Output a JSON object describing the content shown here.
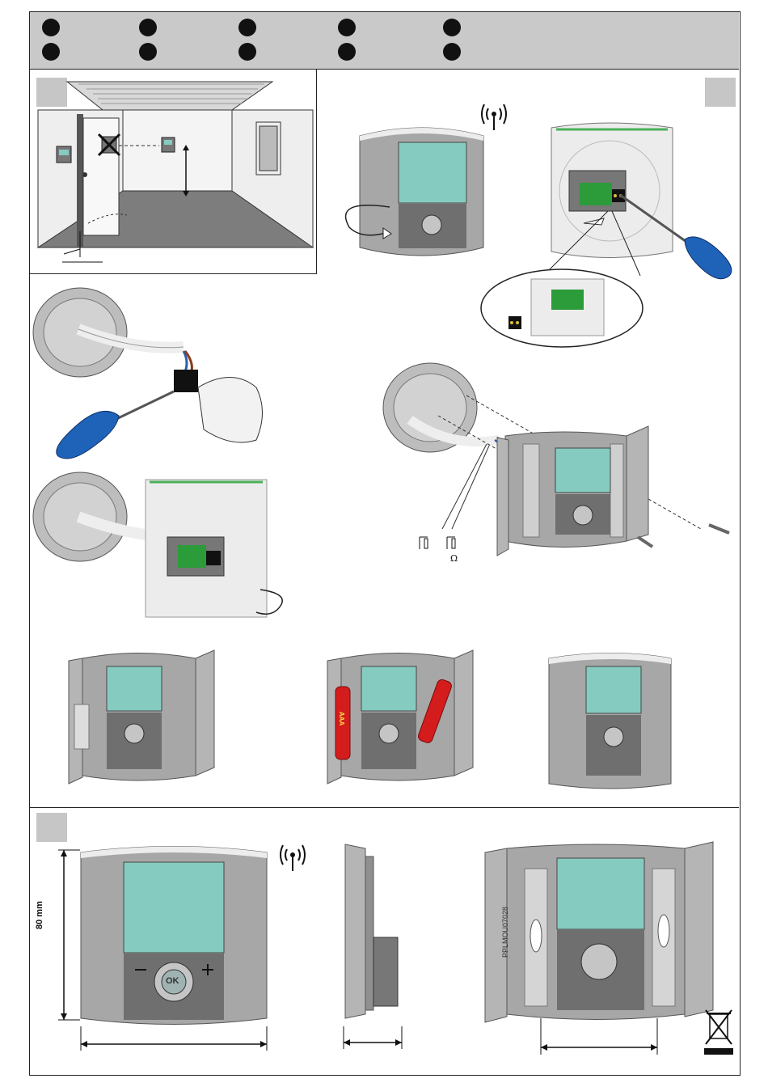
{
  "header": {
    "step_markers": [
      "step-1",
      "step-2",
      "step-3",
      "step-4",
      "step-5",
      "step-6",
      "step-7",
      "step-8",
      "step-9",
      "step-10"
    ]
  },
  "dimensions": {
    "height_label": "80 mm"
  },
  "wiring": {
    "ohm_symbol": "Ω"
  },
  "batteries": {
    "label": "AAA"
  },
  "device": {
    "ok_label": "OK",
    "model_code": "PPLMOU07028"
  },
  "icons": [
    "wireless-signal-icon",
    "rotate-arrow-icon",
    "screwdriver-icon",
    "weee-bin-icon",
    "temperature-sensor-icon"
  ],
  "colors": {
    "screen": "#86cbbf",
    "body": "#a7a7a7",
    "header": "#c9c9c9",
    "wire_blue": "#2d5fb0",
    "wire_brown": "#8a3b1c",
    "battery": "#d41c1c",
    "screwdriver": "#1f63b8"
  }
}
